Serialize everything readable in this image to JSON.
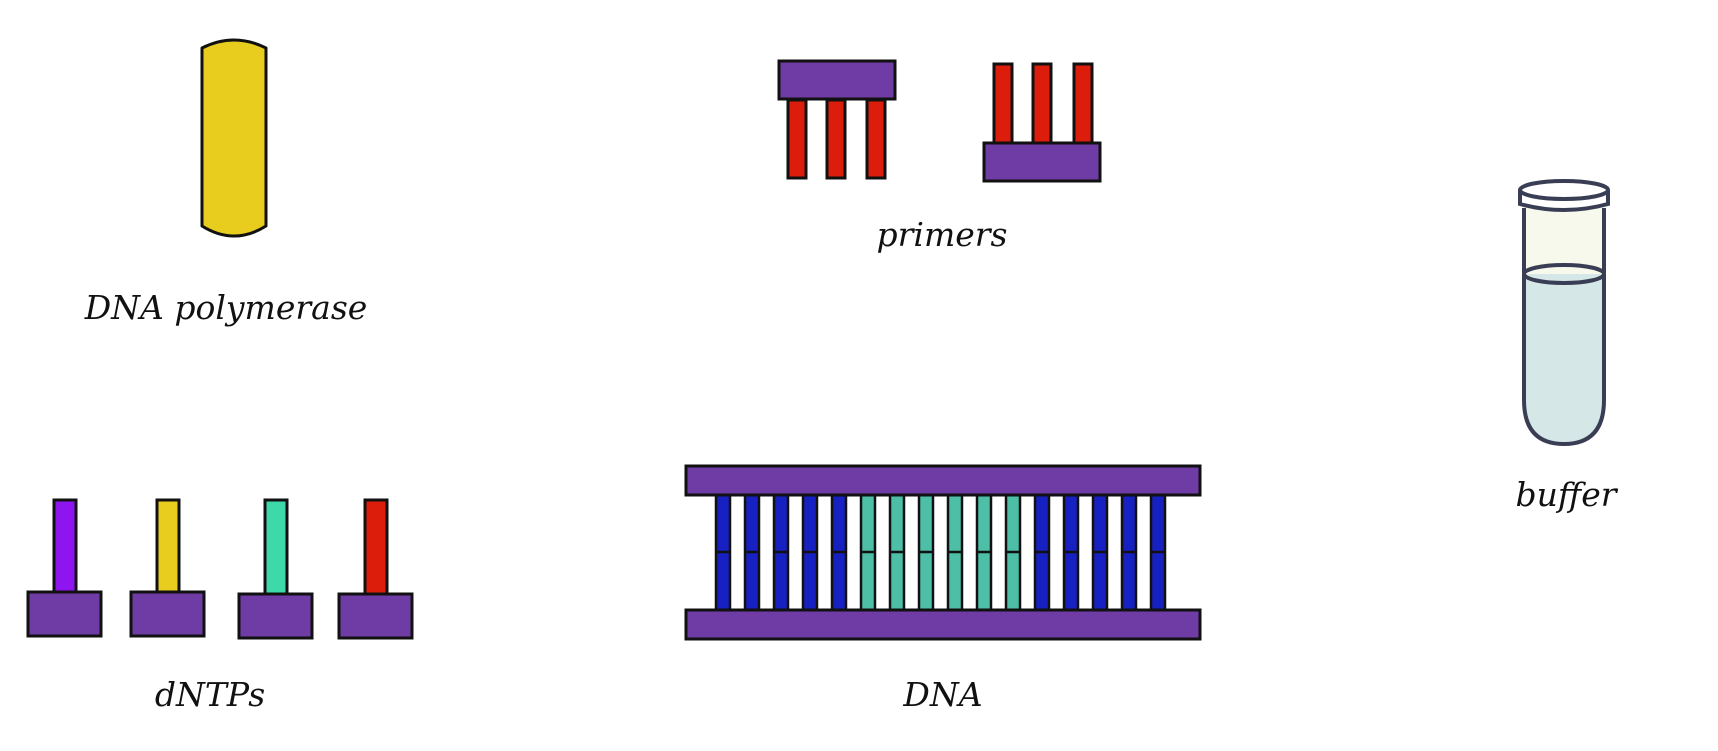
{
  "labels": {
    "dna_polymerase": "DNA polymerase",
    "primers": "primers",
    "buffer": "buffer",
    "dntps": "dNTPs",
    "dna": "DNA"
  },
  "colors": {
    "backbone": "#6f3ba5",
    "polymerase": "#e8cc1e",
    "primer_base": "#dd1d0b",
    "dntp_purple": "#8f15f0",
    "dntp_yellow": "#e8cc1e",
    "dntp_green": "#3ed9a9",
    "dntp_red": "#dd1d0b",
    "dna_blue": "#1720c0",
    "dna_green": "#4cbfa6",
    "tube_liquid": "#d5e8e7",
    "tube_glass": "#f6f9ec",
    "tube_outline": "#3a3e55"
  },
  "dna_rungs": [
    "blue",
    "blue",
    "blue",
    "blue",
    "blue",
    "green",
    "green",
    "green",
    "green",
    "green",
    "green",
    "blue",
    "blue",
    "blue",
    "blue",
    "blue"
  ],
  "dntps": [
    {
      "color": "dntp_purple"
    },
    {
      "color": "dntp_yellow"
    },
    {
      "color": "dntp_green"
    },
    {
      "color": "dntp_red"
    }
  ]
}
